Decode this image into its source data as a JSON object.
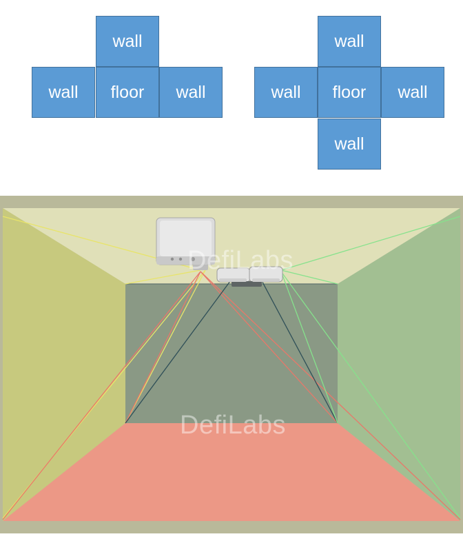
{
  "nets": {
    "t_shape": {
      "top": "wall",
      "left": "wall",
      "center": "floor",
      "right": "wall"
    },
    "cross_shape": {
      "top": "wall",
      "left": "wall",
      "center": "floor",
      "right": "wall",
      "bottom": "wall"
    }
  },
  "room_illustration": {
    "watermark": "DefiLabs",
    "colors": {
      "ceiling": "#e0e0b8",
      "left_wall": "#c7c97e",
      "right_wall": "#a2bf92",
      "back_wall": "#8a9985",
      "floor": "#ec9886",
      "frame": "#b9b99a",
      "yellow_beam": "#e8e46a",
      "red_beam": "#e8786a",
      "green_beam": "#86e28c",
      "dark_beam": "#2f4f58",
      "net_cell": "#5b9bd5"
    }
  }
}
